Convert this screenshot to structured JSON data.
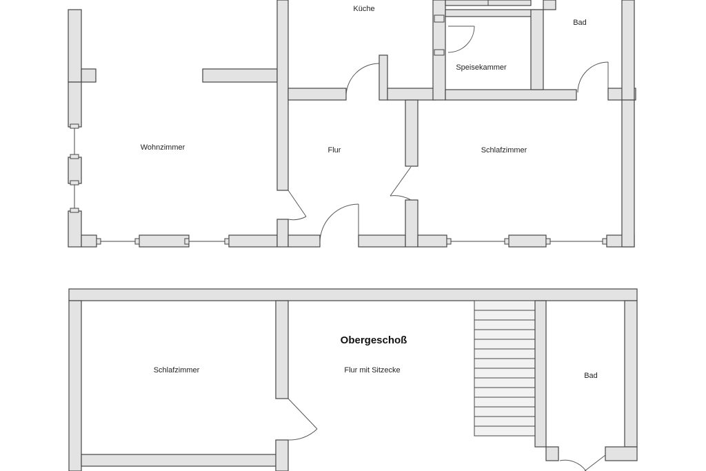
{
  "ground_floor": {
    "rooms": {
      "kueche": "Küche",
      "bad": "Bad",
      "speisekammer": "Speisekammer",
      "wohnzimmer": "Wohnzimmer",
      "flur": "Flur",
      "schlafzimmer": "Schlafzimmer"
    }
  },
  "upper_floor": {
    "title": "Obergeschoß",
    "rooms": {
      "schlafzimmer": "Schlafzimmer",
      "flur": "Flur mit Sitzecke",
      "bad": "Bad"
    }
  }
}
